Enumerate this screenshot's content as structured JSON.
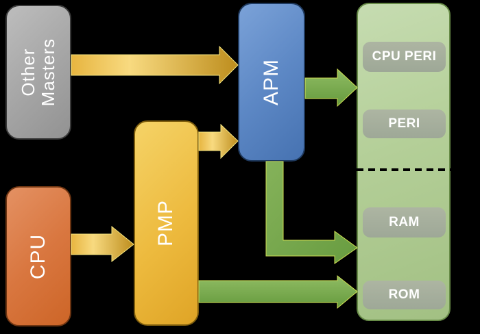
{
  "colors": {
    "background": "#000000",
    "text": "#ffffff",
    "gray_box": "#a9a9a9",
    "orange_box": "#d97740",
    "gold_box": "#edba3e",
    "blue_box": "#5d88c5",
    "panel_green": "#b4cf98",
    "panel_border": "#678b47",
    "mem_box_gray_green": "#a6af9b",
    "gold_a": "#e7b540",
    "gold_b": "#f8da80",
    "gold_c": "#bd8d1d",
    "green_a": "#90bc64",
    "green_b": "#659a3d",
    "green_c": "#85b25a",
    "green_d": "#689c40",
    "dash": "#000000"
  },
  "nodes": {
    "other_masters": {
      "line1": "Other",
      "line2": "Masters"
    },
    "cpu": {
      "label": "CPU"
    },
    "pmp": {
      "label": "PMP"
    },
    "apm": {
      "label": "APM"
    },
    "memory": {
      "cpu_peri": "CPU PERI",
      "peri": "PERI",
      "ram": "RAM",
      "rom": "ROM"
    }
  },
  "connections": [
    {
      "from": "Other Masters",
      "to": "APM",
      "color": "gold"
    },
    {
      "from": "CPU",
      "to": "PMP",
      "color": "gold"
    },
    {
      "from": "PMP",
      "to": "APM",
      "color": "gold"
    },
    {
      "from": "APM",
      "to": "CPU PERI / PERI region",
      "color": "green"
    },
    {
      "from": "APM",
      "to": "RAM region",
      "color": "green"
    },
    {
      "from": "PMP",
      "to": "ROM region",
      "color": "green"
    }
  ]
}
